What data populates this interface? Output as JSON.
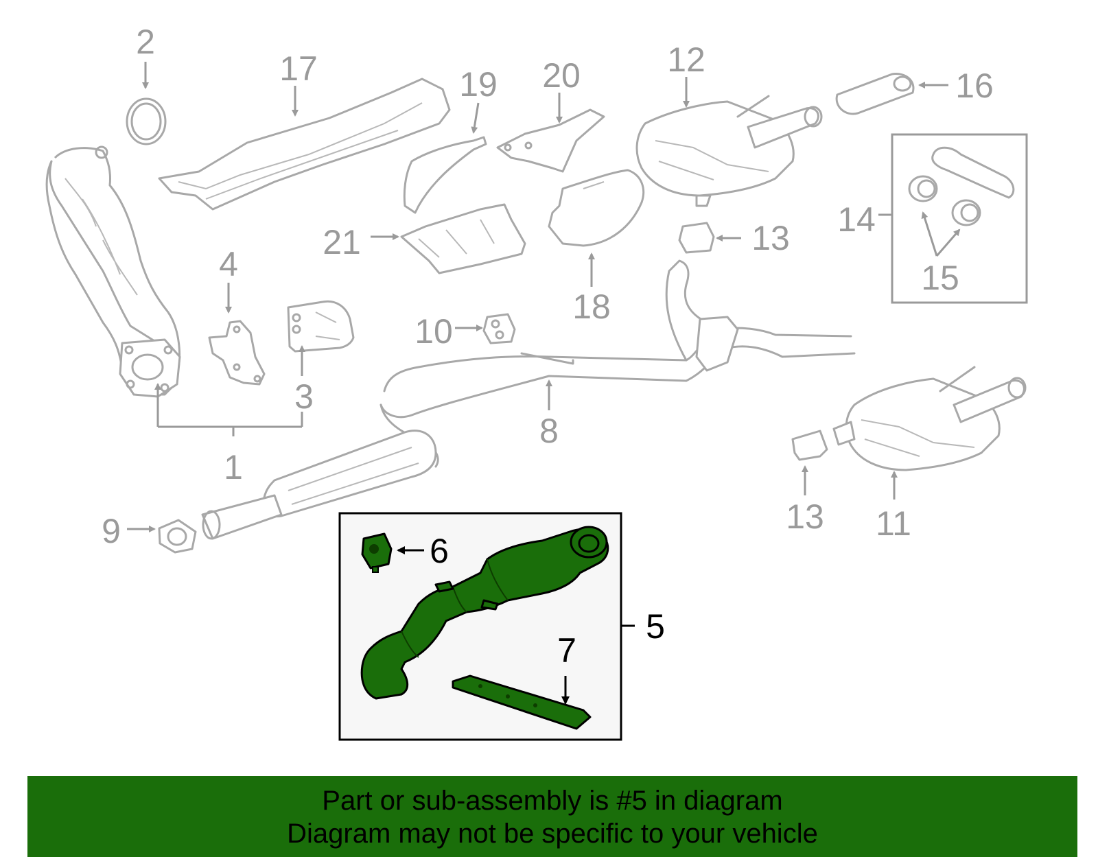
{
  "callouts": [
    {
      "id": "1",
      "highlighted": false
    },
    {
      "id": "2",
      "highlighted": false
    },
    {
      "id": "3",
      "highlighted": false
    },
    {
      "id": "4",
      "highlighted": false
    },
    {
      "id": "5",
      "highlighted": true
    },
    {
      "id": "6",
      "highlighted": true
    },
    {
      "id": "7",
      "highlighted": true
    },
    {
      "id": "8",
      "highlighted": false
    },
    {
      "id": "9",
      "highlighted": false
    },
    {
      "id": "10",
      "highlighted": false
    },
    {
      "id": "11",
      "highlighted": false
    },
    {
      "id": "12",
      "highlighted": false
    },
    {
      "id": "13",
      "highlighted": false
    },
    {
      "id": "14",
      "highlighted": false
    },
    {
      "id": "15",
      "highlighted": false
    },
    {
      "id": "16",
      "highlighted": false
    },
    {
      "id": "17",
      "highlighted": false
    },
    {
      "id": "18",
      "highlighted": false
    },
    {
      "id": "19",
      "highlighted": false
    },
    {
      "id": "20",
      "highlighted": false
    },
    {
      "id": "21",
      "highlighted": false
    }
  ],
  "colors": {
    "highlight_part": "#1a6e0a",
    "banner_background": "#1a6e0a",
    "line_art": "#a8a8a8",
    "callout_gray": "#9a9a9a",
    "callout_highlight": "#000000"
  },
  "banner": {
    "line1": "Part or sub-assembly is #5 in diagram",
    "line2": "Diagram may not be specific to your vehicle"
  }
}
